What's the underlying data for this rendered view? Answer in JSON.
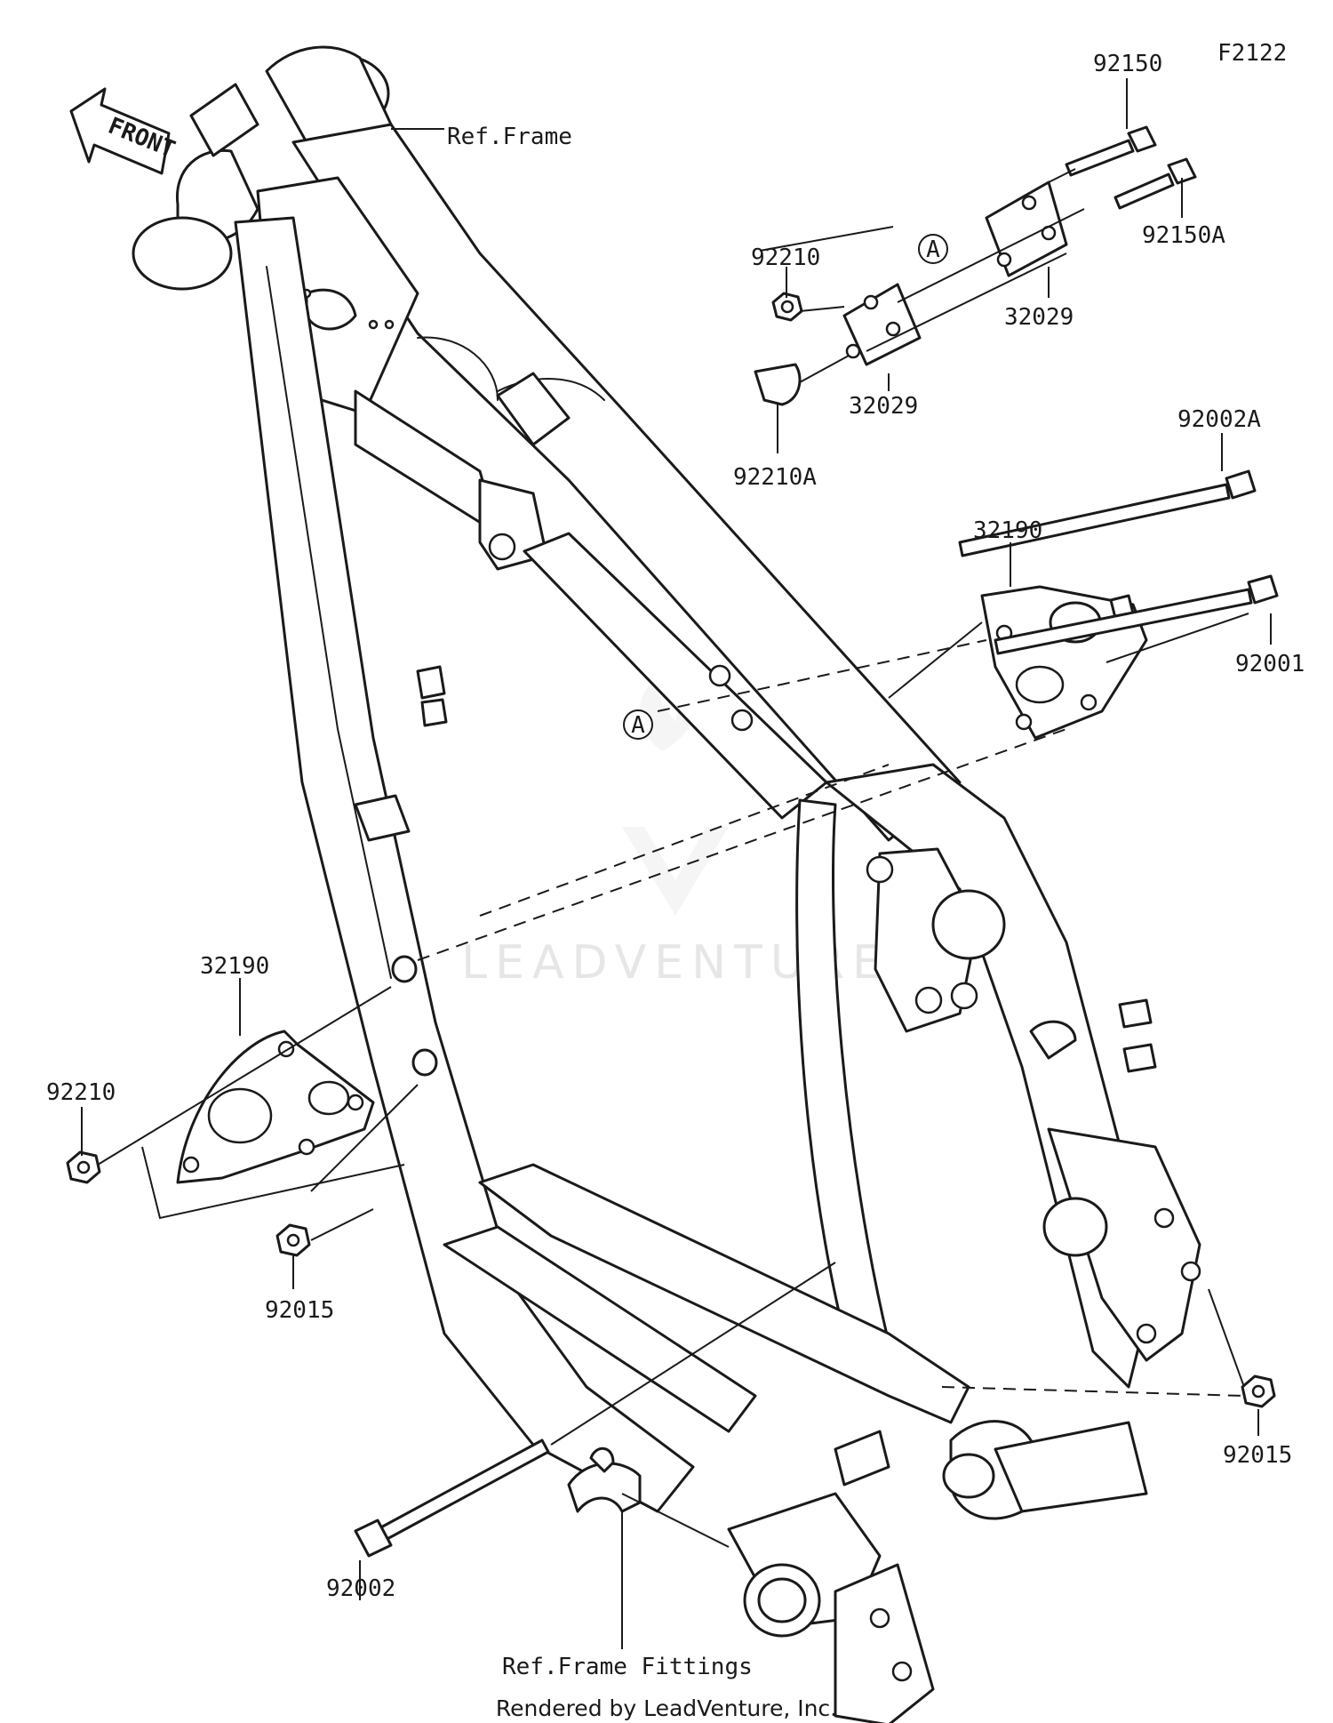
{
  "diagram": {
    "code": "F2122",
    "front_label": "FRONT",
    "watermark": "LEADVENTURE",
    "footer": "Rendered by LeadVenture, Inc.",
    "ref_frame": "Ref.Frame",
    "ref_frame_fittings": "Ref.Frame Fittings",
    "callout_a": "A",
    "parts": [
      {
        "id": "p92150",
        "number": "92150"
      },
      {
        "id": "p92150a",
        "number": "92150A"
      },
      {
        "id": "p92210-top",
        "number": "92210"
      },
      {
        "id": "p32029-upper",
        "number": "32029"
      },
      {
        "id": "p32029-lower",
        "number": "32029"
      },
      {
        "id": "p92210a",
        "number": "92210A"
      },
      {
        "id": "p92002a",
        "number": "92002A"
      },
      {
        "id": "p32190-right",
        "number": "32190"
      },
      {
        "id": "p92001",
        "number": "92001"
      },
      {
        "id": "p32190-left",
        "number": "32190"
      },
      {
        "id": "p92210-left",
        "number": "92210"
      },
      {
        "id": "p92015-left",
        "number": "92015"
      },
      {
        "id": "p92015-right",
        "number": "92015"
      },
      {
        "id": "p92002",
        "number": "92002"
      }
    ]
  }
}
